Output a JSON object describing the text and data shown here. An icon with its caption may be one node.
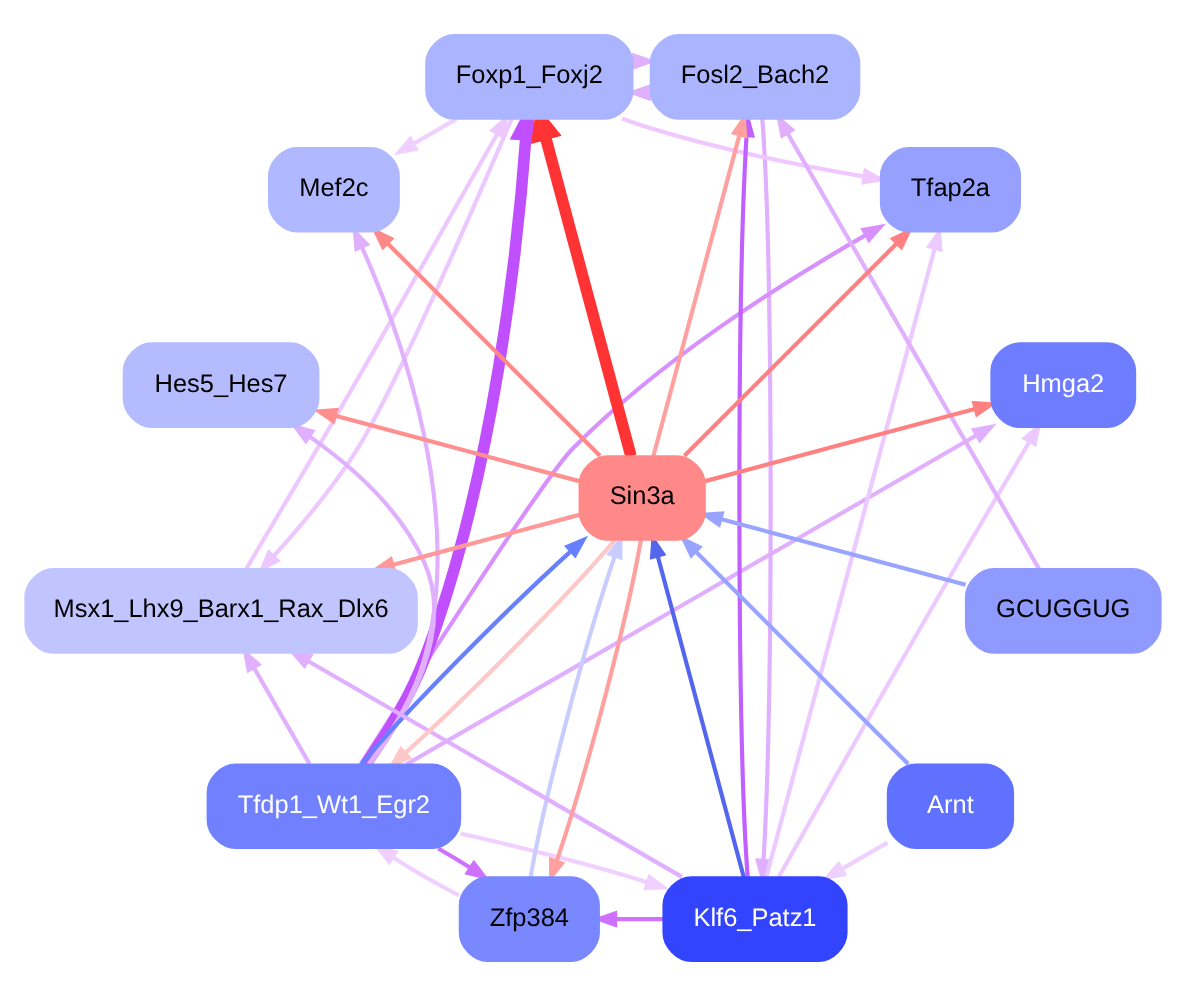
{
  "diagram": {
    "nodes": [
      {
        "text": [
          "Foxp1_Foxj2"
        ]
      },
      {
        "text": [
          "Fosl2_Bach2"
        ]
      },
      {
        "text": [
          "Mef2c"
        ]
      },
      {
        "text": [
          "Tfap2a"
        ]
      },
      {
        "text": [
          "Hes5_Hes7"
        ]
      },
      {
        "text": [
          "Hmga2"
        ]
      },
      {
        "text": [
          "Sin3a"
        ]
      },
      {
        "text": [
          "Msx1_Lhx9_Barx1_Rax_Dlx6"
        ]
      },
      {
        "text": [
          "GCUGGUG"
        ]
      },
      {
        "text": [
          "Klf6_Patz1"
        ]
      },
      {
        "text": [
          "Arnt"
        ]
      },
      {
        "text": [
          "Tfdp1_Wt1_Egr2"
        ]
      },
      {
        "text": [
          "Zfp384"
        ]
      }
    ],
    "edges": [
      {
        "from": 6,
        "to": 0,
        "arrow": "to",
        "style": "thick",
        "color": "#ff3333"
      },
      {
        "from": 6,
        "to": 1,
        "arrow": "to",
        "color": "#ffa0a0"
      },
      {
        "from": 6,
        "to": 2,
        "arrow": "to",
        "color": "#ff8888"
      },
      {
        "from": 6,
        "to": 3,
        "arrow": "to",
        "color": "#ff8080"
      },
      {
        "from": 6,
        "to": 4,
        "arrow": "to",
        "color": "#ff9090"
      },
      {
        "from": 6,
        "to": 5,
        "arrow": "to",
        "color": "#ff8080"
      },
      {
        "from": 6,
        "to": 7,
        "arrow": "to",
        "color": "#ff9999"
      },
      {
        "from": 6,
        "to": 12,
        "arrow": "to",
        "color": "#ffa0a0"
      },
      {
        "from": 6,
        "to": 11,
        "arrow": "to",
        "color": "#ffc8c8"
      },
      {
        "from": 9,
        "to": 6,
        "arrow": "to",
        "color": "#5566ee"
      },
      {
        "from": 11,
        "to": 6,
        "arrow": "to",
        "color": "#6680ff"
      },
      {
        "from": 10,
        "to": 6,
        "arrow": "to",
        "color": "#99a4ff"
      },
      {
        "from": 8,
        "to": 6,
        "arrow": "to",
        "color": "#99a4ff"
      },
      {
        "from": 12,
        "to": 6,
        "arrow": "to",
        "color": "#c8ccff"
      },
      {
        "from": 0,
        "to": 1,
        "arrow": "to"
      },
      {
        "from": 1,
        "to": 0,
        "arrow": "to"
      },
      {
        "from": 0,
        "to": 2,
        "arrow": "to",
        "color": "#f0d0ff"
      },
      {
        "from": 0,
        "to": 3,
        "arrow": "to",
        "color": "#f0c8ff"
      },
      {
        "from": 11,
        "to": 0,
        "arrow": "to",
        "style": "thick",
        "color": "#c050ff"
      },
      {
        "from": 0,
        "to": 7,
        "arrow": "to",
        "color": "#ecc8ff"
      },
      {
        "from": 7,
        "to": 0,
        "arrow": "to",
        "color": "#ecc8ff"
      },
      {
        "from": 9,
        "to": 1,
        "arrow": "to",
        "color": "#c060ff"
      },
      {
        "from": 1,
        "to": 9,
        "arrow": "to"
      },
      {
        "from": 8,
        "to": 1,
        "arrow": "to"
      },
      {
        "from": 11,
        "to": 3,
        "arrow": "to",
        "color": "#d890ff"
      },
      {
        "from": 9,
        "to": 3,
        "arrow": "to",
        "color": "#eccaff"
      },
      {
        "from": 9,
        "to": 5,
        "arrow": "to",
        "color": "#eccaff"
      },
      {
        "from": 11,
        "to": 5,
        "arrow": "to"
      },
      {
        "from": 11,
        "to": 2,
        "arrow": "to"
      },
      {
        "from": 11,
        "to": 4,
        "arrow": "to"
      },
      {
        "from": 9,
        "to": 7,
        "arrow": "to"
      },
      {
        "from": 11,
        "to": 7,
        "arrow": "to"
      },
      {
        "from": 11,
        "to": 9,
        "arrow": "to",
        "color": "#f0d0ff"
      },
      {
        "from": 10,
        "to": 9,
        "arrow": "to",
        "color": "#f0d0ff"
      },
      {
        "from": 9,
        "to": 12,
        "arrow": "to",
        "color": "#d070ff"
      },
      {
        "from": 11,
        "to": 12,
        "arrow": "to",
        "color": "#d070ff"
      },
      {
        "from": 12,
        "to": 11,
        "arrow": "to",
        "color": "#f0d0ff"
      }
    ]
  }
}
